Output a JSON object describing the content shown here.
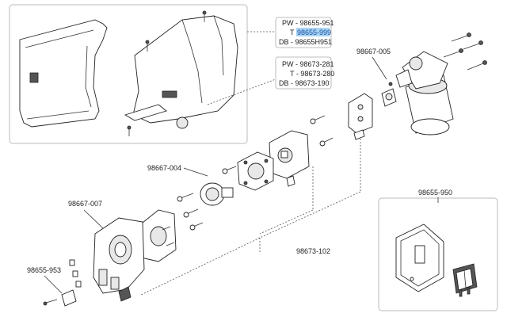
{
  "callouts": {
    "cover_group": {
      "pw": "PW - 98655-951",
      "t_prefix": "T - ",
      "t_highlight": "98655-999",
      "db": "DB - 98655H951"
    },
    "shroud_group": {
      "pw": "PW - 98673-281",
      "t": "T - 98673-280",
      "db": "DB - 98673-190"
    },
    "p_98667_005": "98667-005",
    "p_98667_004": "98667-004",
    "p_98667_007": "98667-007",
    "p_98655_953": "98655-953",
    "p_98673_102": "98673-102",
    "p_98655_950": "98655-950"
  },
  "colors": {
    "highlight_bg": "#a8d4f5",
    "highlight_text": "#1e4f9c",
    "frame": "#bbbbbb"
  }
}
